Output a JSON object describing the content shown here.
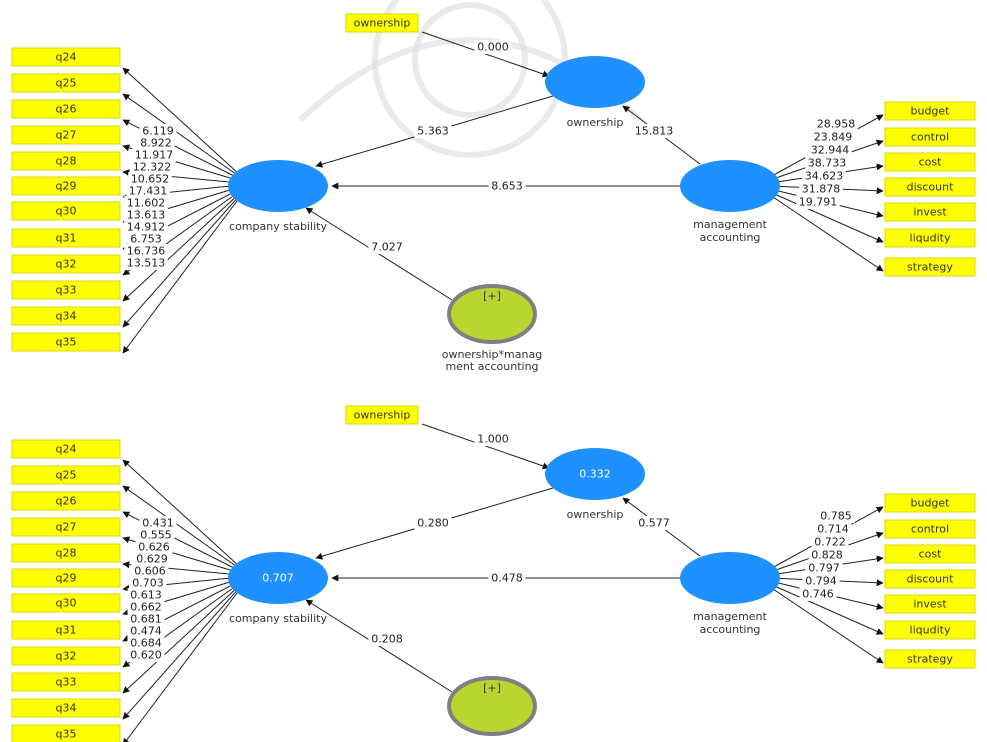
{
  "colors": {
    "construct": "#1e90ff",
    "moderator": "#b8d530",
    "moderator_ring": "#7f7f7f",
    "indicator": "#ffff00"
  },
  "icon_names": [
    "moderator-plus-icon"
  ],
  "labels": {
    "ownership_indicator": "ownership",
    "ownership": "ownership",
    "company_stability": "company stability",
    "management_accounting_1": "management",
    "management_accounting_2": "accounting",
    "moderator_1": "ownership*manag",
    "moderator_2": "ment accounting",
    "moderator_tag": "[+]"
  },
  "left_indicators": [
    "q24",
    "q25",
    "q26",
    "q27",
    "q28",
    "q29",
    "q30",
    "q31",
    "q32",
    "q33",
    "q34",
    "q35"
  ],
  "right_indicators": [
    "budget",
    "control",
    "cost",
    "discount",
    "invest",
    "liqudity",
    "strategy"
  ],
  "diagrams": [
    {
      "name": "bootstrapping",
      "ownership_r2": "",
      "stability_r2": "",
      "paths": {
        "own_ind_to_own": "0.000",
        "own_to_stab": "5.363",
        "mgmt_to_own": "15.813",
        "mgmt_to_stab": "8.653",
        "mod_to_stab": "7.027"
      },
      "left_loadings": [
        "6.119",
        "8.922",
        "11.917",
        "12.322",
        "10.652",
        "17.431",
        "11.602",
        "13.613",
        "14.912",
        "6.753",
        "16.736",
        "13.513"
      ],
      "right_loadings": [
        "28.958",
        "23.849",
        "32.944",
        "38.733",
        "34.623",
        "31.878",
        "19.791"
      ]
    },
    {
      "name": "pls_algorithm",
      "ownership_r2": "0.332",
      "stability_r2": "0.707",
      "paths": {
        "own_ind_to_own": "1.000",
        "own_to_stab": "0.280",
        "mgmt_to_own": "0.577",
        "mgmt_to_stab": "0.478",
        "mod_to_stab": "0.208"
      },
      "left_loadings": [
        "0.431",
        "0.555",
        "0.626",
        "0.629",
        "0.606",
        "0.703",
        "0.613",
        "0.662",
        "0.681",
        "0.474",
        "0.684",
        "0.620"
      ],
      "right_loadings": [
        "0.785",
        "0.714",
        "0.722",
        "0.828",
        "0.797",
        "0.794",
        "0.746"
      ]
    }
  ]
}
